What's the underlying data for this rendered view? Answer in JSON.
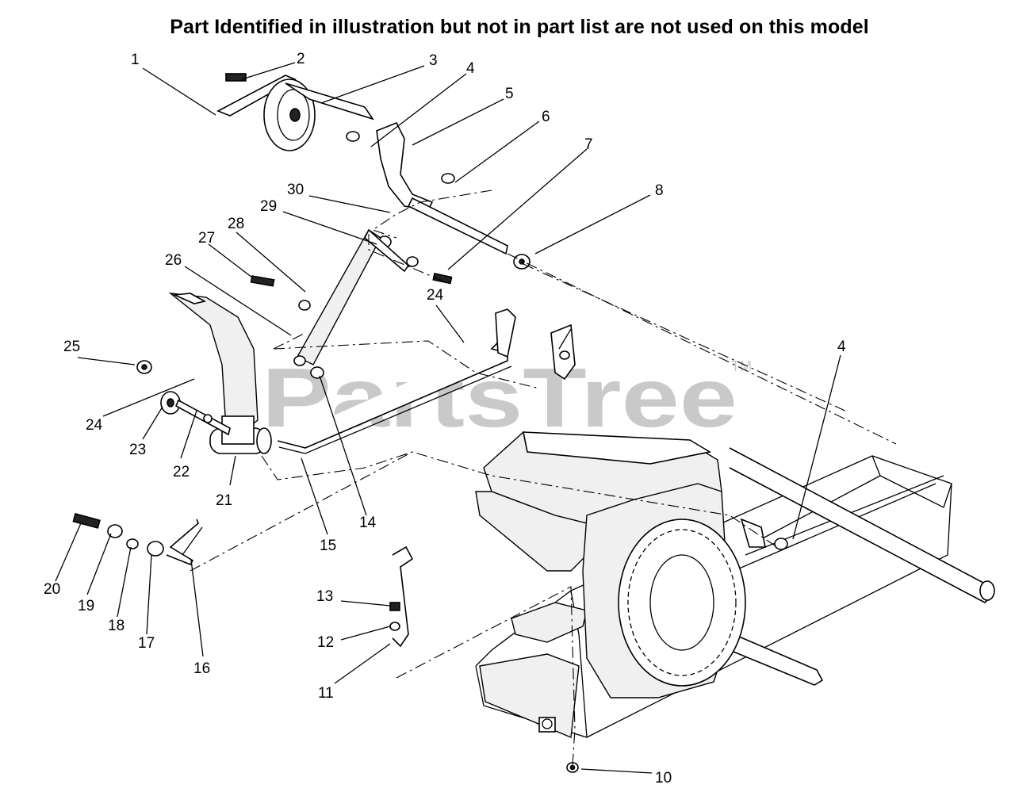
{
  "header": {
    "title": "Part Identified in illustration but not in part list are not used on this model"
  },
  "watermark": {
    "brand": "PartsTree",
    "trademark": "TM"
  },
  "callouts": [
    {
      "n": "1"
    },
    {
      "n": "2"
    },
    {
      "n": "3"
    },
    {
      "n": "4"
    },
    {
      "n": "5"
    },
    {
      "n": "6"
    },
    {
      "n": "7"
    },
    {
      "n": "8"
    },
    {
      "n": "30"
    },
    {
      "n": "29"
    },
    {
      "n": "28"
    },
    {
      "n": "27"
    },
    {
      "n": "26"
    },
    {
      "n": "24"
    },
    {
      "n": "25"
    },
    {
      "n": "24"
    },
    {
      "n": "4"
    },
    {
      "n": "23"
    },
    {
      "n": "22"
    },
    {
      "n": "21"
    },
    {
      "n": "15"
    },
    {
      "n": "14"
    },
    {
      "n": "20"
    },
    {
      "n": "19"
    },
    {
      "n": "18"
    },
    {
      "n": "17"
    },
    {
      "n": "16"
    },
    {
      "n": "13"
    },
    {
      "n": "12"
    },
    {
      "n": "11"
    },
    {
      "n": "10"
    }
  ]
}
